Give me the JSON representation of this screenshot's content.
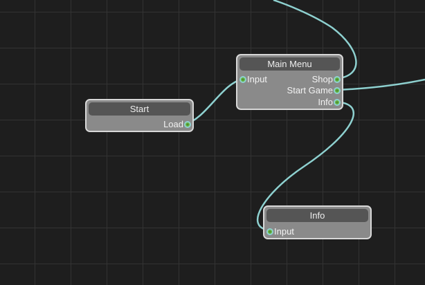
{
  "nodes": {
    "start": {
      "title": "Start",
      "outputs": [
        "Load"
      ]
    },
    "main_menu": {
      "title": "Main Menu",
      "inputs": [
        "Input"
      ],
      "outputs": [
        "Shop",
        "Start Game",
        "Info"
      ]
    },
    "info": {
      "title": "Info",
      "inputs": [
        "Input"
      ]
    }
  },
  "colors": {
    "wire": "#8ed1d0",
    "node": "#8a8a8a",
    "header": "#555555",
    "background": "#1e1e1e"
  }
}
